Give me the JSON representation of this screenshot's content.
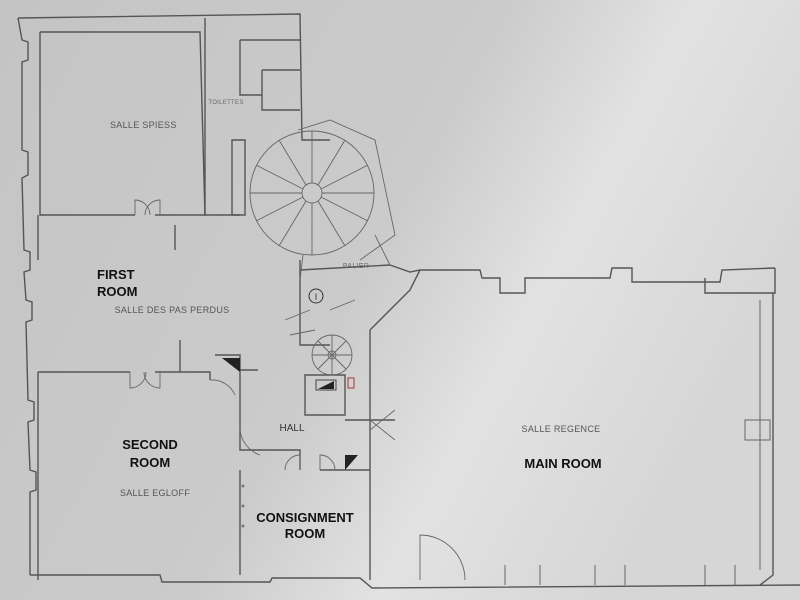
{
  "plan": {
    "rooms": {
      "salle_spiess": "SALLE SPIESS",
      "toilettes": "TOILETTES",
      "first_room": "FIRST\nROOM",
      "first_room_line1": "FIRST",
      "first_room_line2": "ROOM",
      "salle_pas_perdus": "SALLE DES PAS PERDUS",
      "palier": "PALIER",
      "hall": "HALL",
      "second_room_line1": "SECOND",
      "second_room_line2": "ROOM",
      "salle_egloff": "SALLE EGLOFF",
      "consignment_line1": "CONSIGNMENT",
      "consignment_line2": "ROOM",
      "salle_regence": "SALLE REGENCE",
      "main_room": "MAIN ROOM"
    },
    "marker": "I",
    "colors": {
      "background": "#c9c9c9",
      "walls": "#555555",
      "labels": "#111111"
    }
  }
}
